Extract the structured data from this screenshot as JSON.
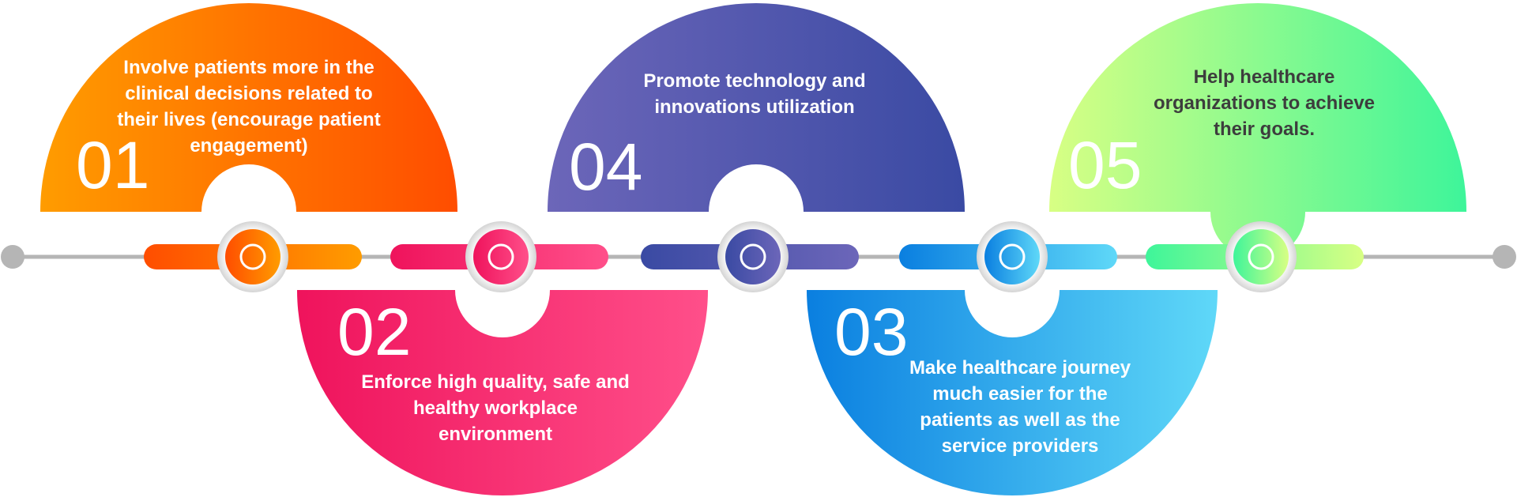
{
  "steps": [
    {
      "number": "01",
      "text": "Involve patients more in the\nclinical decisions related to\ntheir lives (encourage patient\nengagement)",
      "gradient": [
        "#ff9c00",
        "#ff4d00"
      ],
      "text_color": "#ffffff"
    },
    {
      "number": "02",
      "text": "Enforce high quality, safe and\nhealthy workplace\nenvironment",
      "gradient": [
        "#ef135c",
        "#ff4f8a"
      ],
      "text_color": "#ffffff"
    },
    {
      "number": "03",
      "text": "Make healthcare journey\nmuch easier for the\npatients as well as the\nservice providers",
      "gradient": [
        "#0a7fe0",
        "#5fd8f8"
      ],
      "text_color": "#ffffff"
    },
    {
      "number": "04",
      "text": "Promote technology and\ninnovations utilization",
      "gradient": [
        "#6c66b9",
        "#3a4aa3"
      ],
      "text_color": "#ffffff"
    },
    {
      "number": "05",
      "text": "Help healthcare\norganizations to achieve\ntheir goals.",
      "gradient": [
        "#d8ff84",
        "#3ef59a"
      ],
      "text_color": "#3d3d3d"
    }
  ],
  "timeline": {
    "line_color": "#b5b5b5",
    "pills": [
      {
        "gradient": [
          "#ff4d00",
          "#ff9c00"
        ]
      },
      {
        "gradient": [
          "#ef135c",
          "#ff4f8a"
        ]
      },
      {
        "gradient": [
          "#3a4aa3",
          "#6c66b9"
        ]
      },
      {
        "gradient": [
          "#0a7fe0",
          "#5fd8f8"
        ]
      },
      {
        "gradient": [
          "#3ef59a",
          "#d8ff84"
        ]
      }
    ]
  }
}
